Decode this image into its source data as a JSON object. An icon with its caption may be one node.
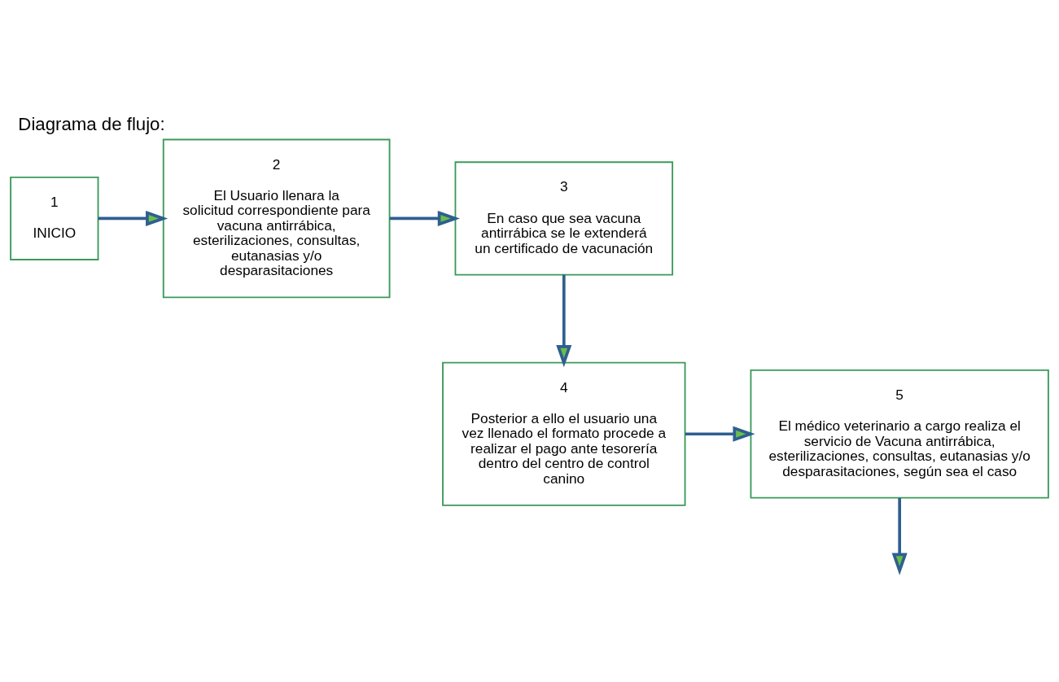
{
  "diagram": {
    "title": "Diagrama de flujo:",
    "nodes": [
      {
        "text": [
          "1",
          "INICIO"
        ]
      },
      {
        "text": [
          "2",
          "El Usuario llenara la solicitud correspondiente para vacuna antirrábica, esterilizaciones, consultas, eutanasias y/o desparasitaciones"
        ]
      },
      {
        "text": [
          "3",
          "En caso que sea vacuna antirrábica se le extenderá un certificado de vacunación"
        ]
      },
      {
        "text": [
          "4",
          "Posterior a ello el usuario una vez llenado el formato procede a realizar el pago ante tesorería dentro del centro de control canino"
        ]
      },
      {
        "text": [
          "5",
          "El médico veterinario a cargo realiza el servicio de Vacuna antirrábica, esterilizaciones, consultas, eutanasias y/o desparasitaciones, según sea el caso"
        ]
      }
    ],
    "edges": [
      {
        "from": 0,
        "to": 1,
        "arrow": "to"
      },
      {
        "from": 1,
        "to": 2,
        "arrow": "to"
      },
      {
        "from": 2,
        "to": 3,
        "arrow": "to"
      },
      {
        "from": 3,
        "to": 4,
        "arrow": "to"
      },
      {
        "from": 4,
        "to": null,
        "arrow": "to"
      }
    ]
  }
}
